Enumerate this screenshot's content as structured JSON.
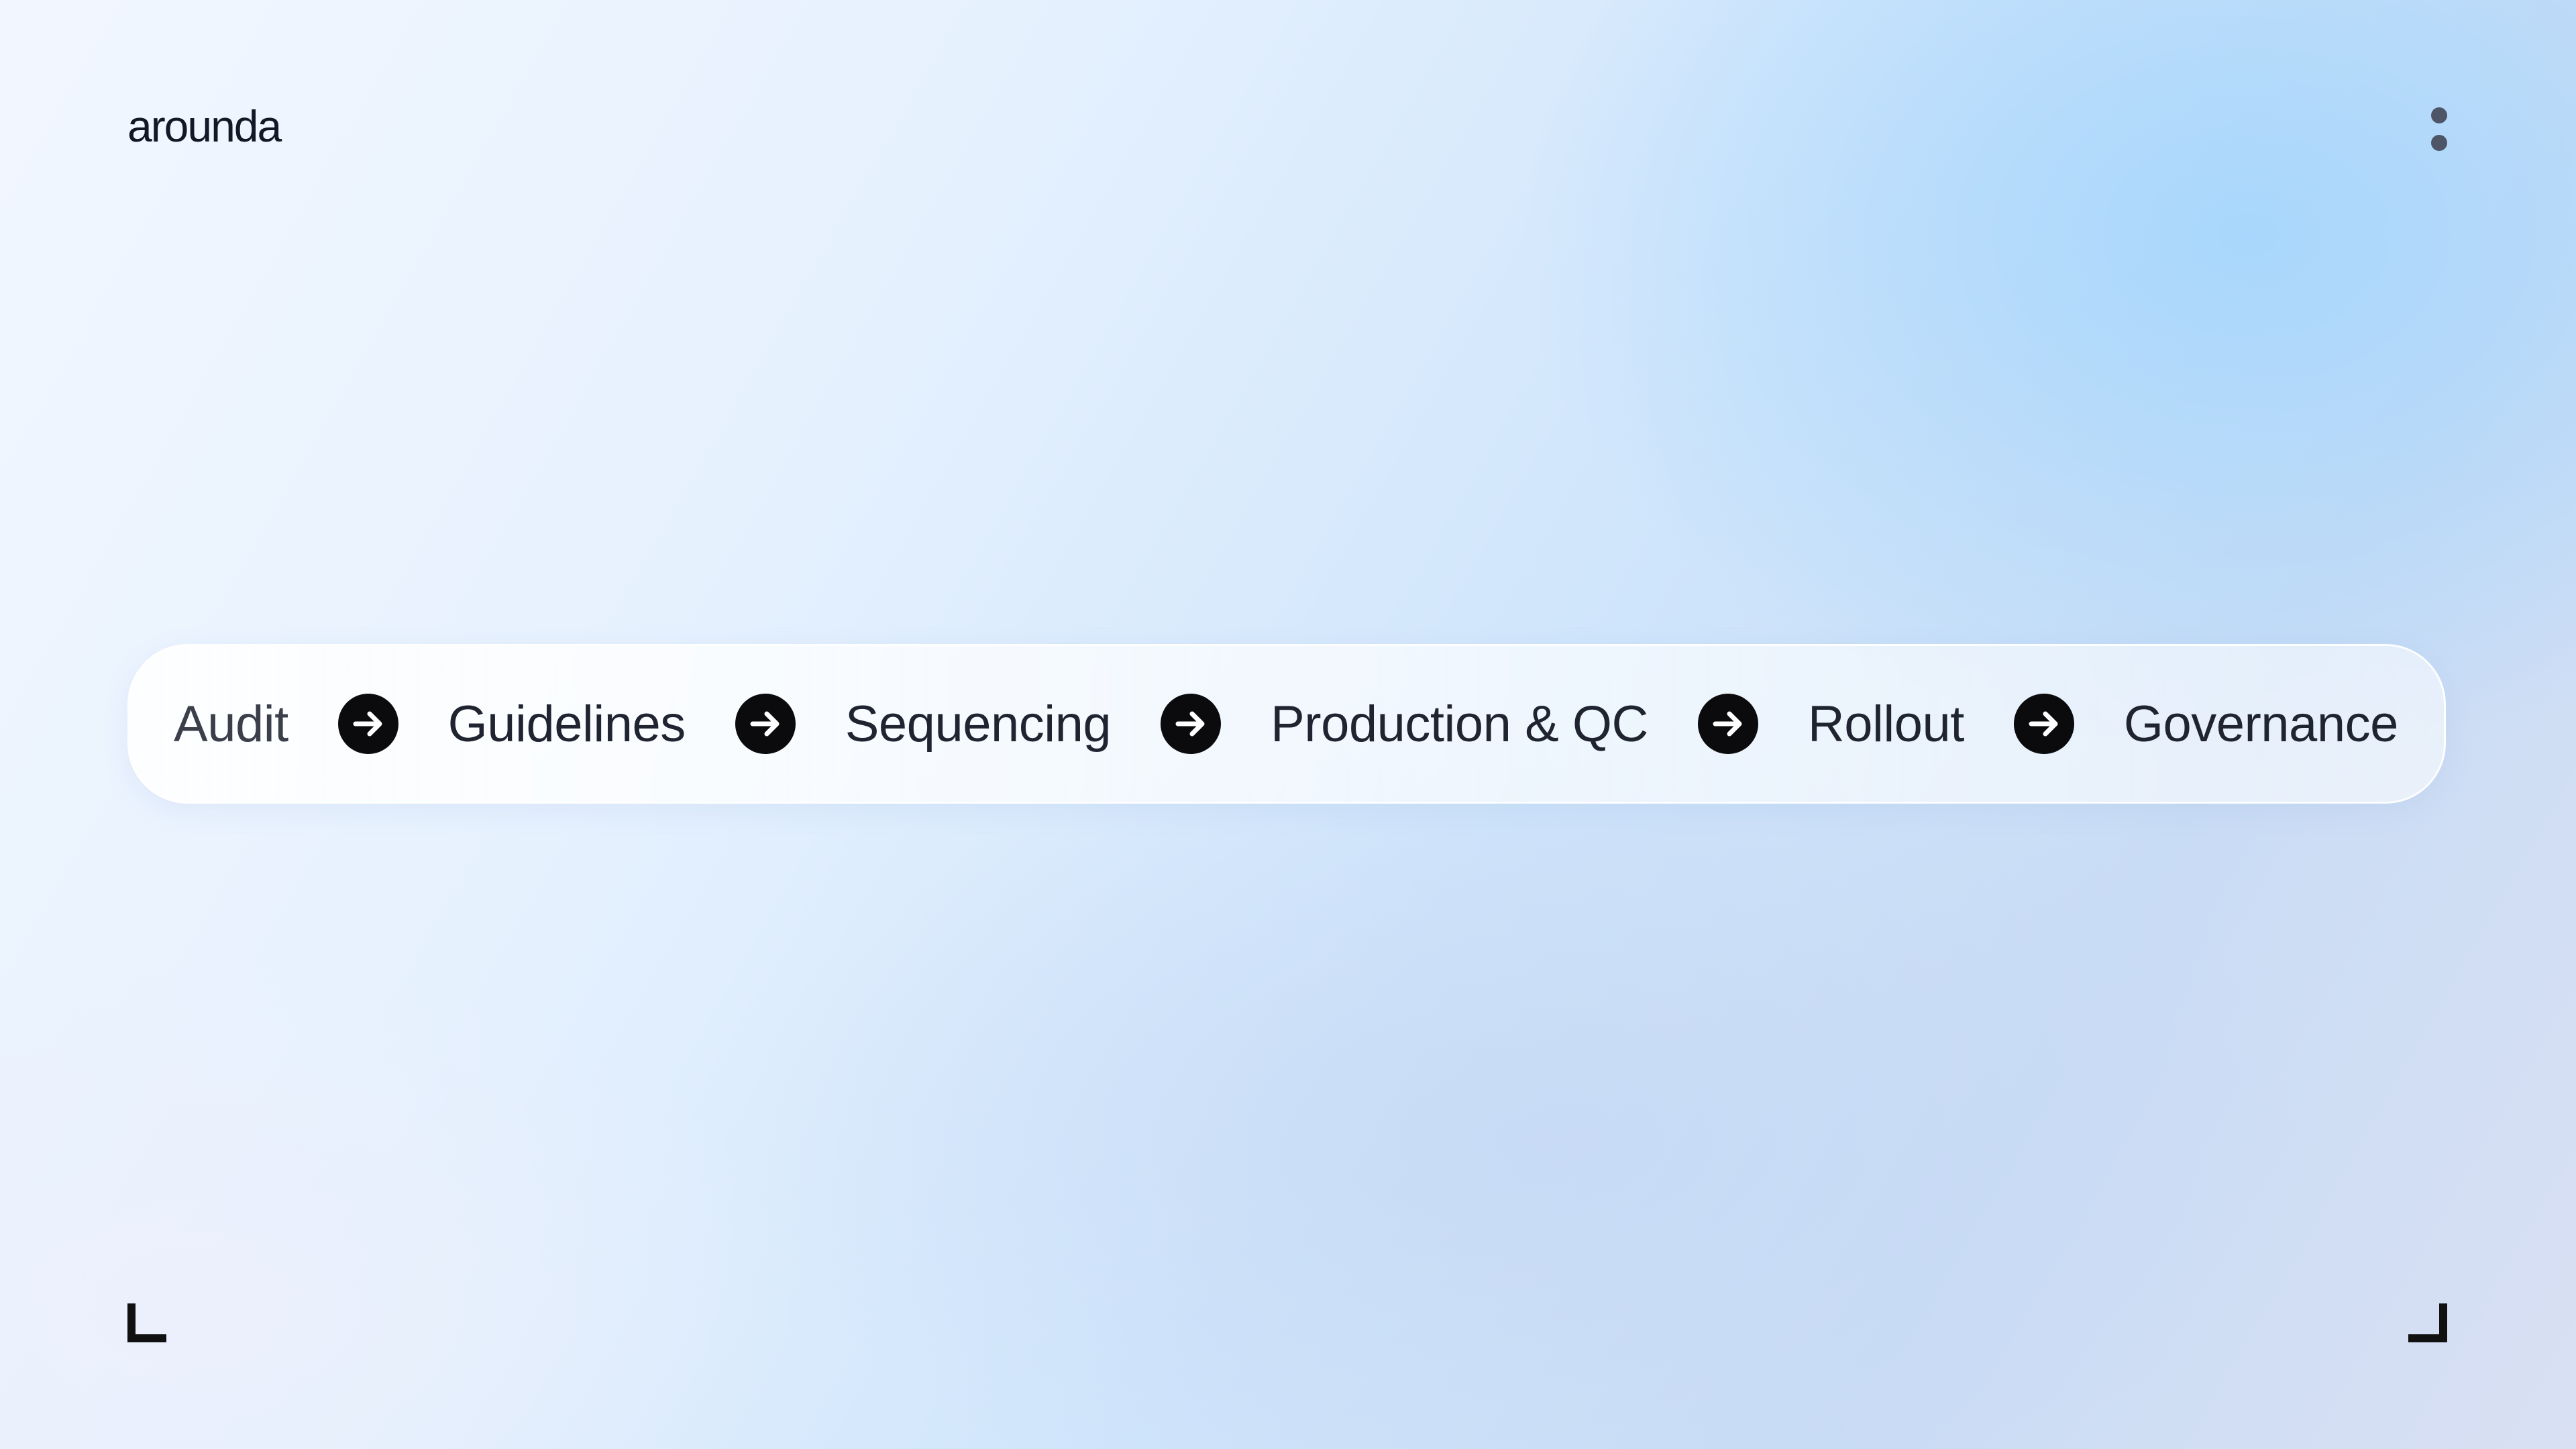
{
  "brand": {
    "logo_text": "arounda"
  },
  "header": {
    "menu_icon": "more-vertical-icon"
  },
  "process": {
    "steps": [
      {
        "label": "Audit"
      },
      {
        "label": "Guidelines"
      },
      {
        "label": "Sequencing"
      },
      {
        "label": "Production & QC"
      },
      {
        "label": "Rollout"
      },
      {
        "label": "Governance"
      }
    ],
    "connector_icon": "arrow-right-circle-icon"
  },
  "frame": {
    "corner_icons": [
      "corner-bracket-bottom-left-icon",
      "corner-bracket-bottom-right-icon"
    ]
  },
  "colors": {
    "text": "#1f2430",
    "arrow_fill": "#0b0b0d",
    "background_accent": "#a6d6fc"
  }
}
